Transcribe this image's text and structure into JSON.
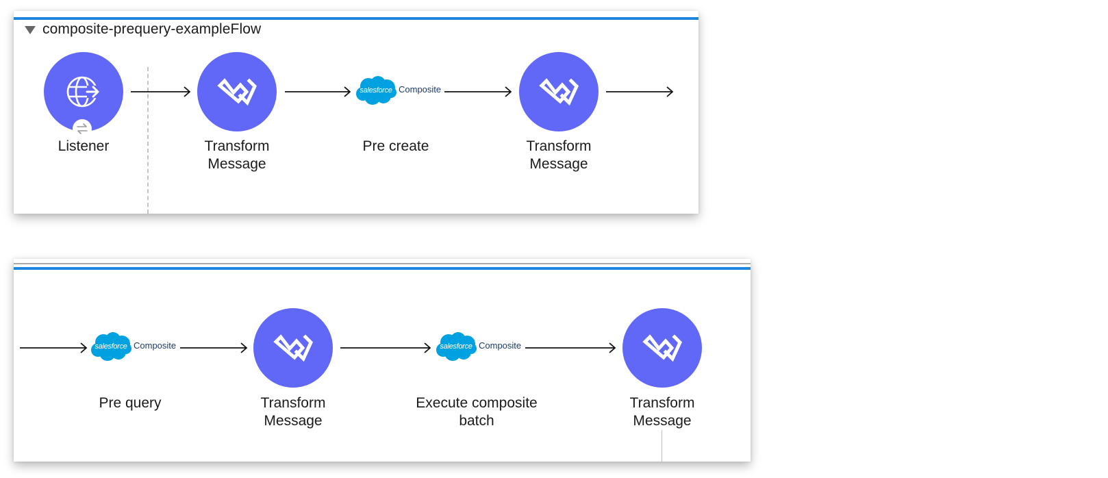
{
  "colors": {
    "accent": "#1f86e0",
    "node": "#6168f7",
    "salesforce_cloud": "#00a1e0",
    "composite_text": "#1b3a6b"
  },
  "flow": {
    "title": "composite-prequery-exampleFlow"
  },
  "top_row": {
    "listener": {
      "label": "Listener",
      "icon": "globe-arrow-icon",
      "badge_icon": "swap-arrows-icon"
    },
    "transform_1": {
      "label": "Transform\nMessage",
      "icon": "dataweave-icon"
    },
    "pre_create": {
      "label": "Pre create",
      "brand": "salesforce",
      "connector": "Composite"
    },
    "transform_2": {
      "label": "Transform\nMessage",
      "icon": "dataweave-icon"
    }
  },
  "bottom_row": {
    "pre_query": {
      "label": "Pre query",
      "brand": "salesforce",
      "connector": "Composite"
    },
    "transform_3": {
      "label": "Transform\nMessage",
      "icon": "dataweave-icon"
    },
    "execute_batch": {
      "label": "Execute composite\nbatch",
      "brand": "salesforce",
      "connector": "Composite"
    },
    "transform_4": {
      "label": "Transform\nMessage",
      "icon": "dataweave-icon"
    }
  }
}
